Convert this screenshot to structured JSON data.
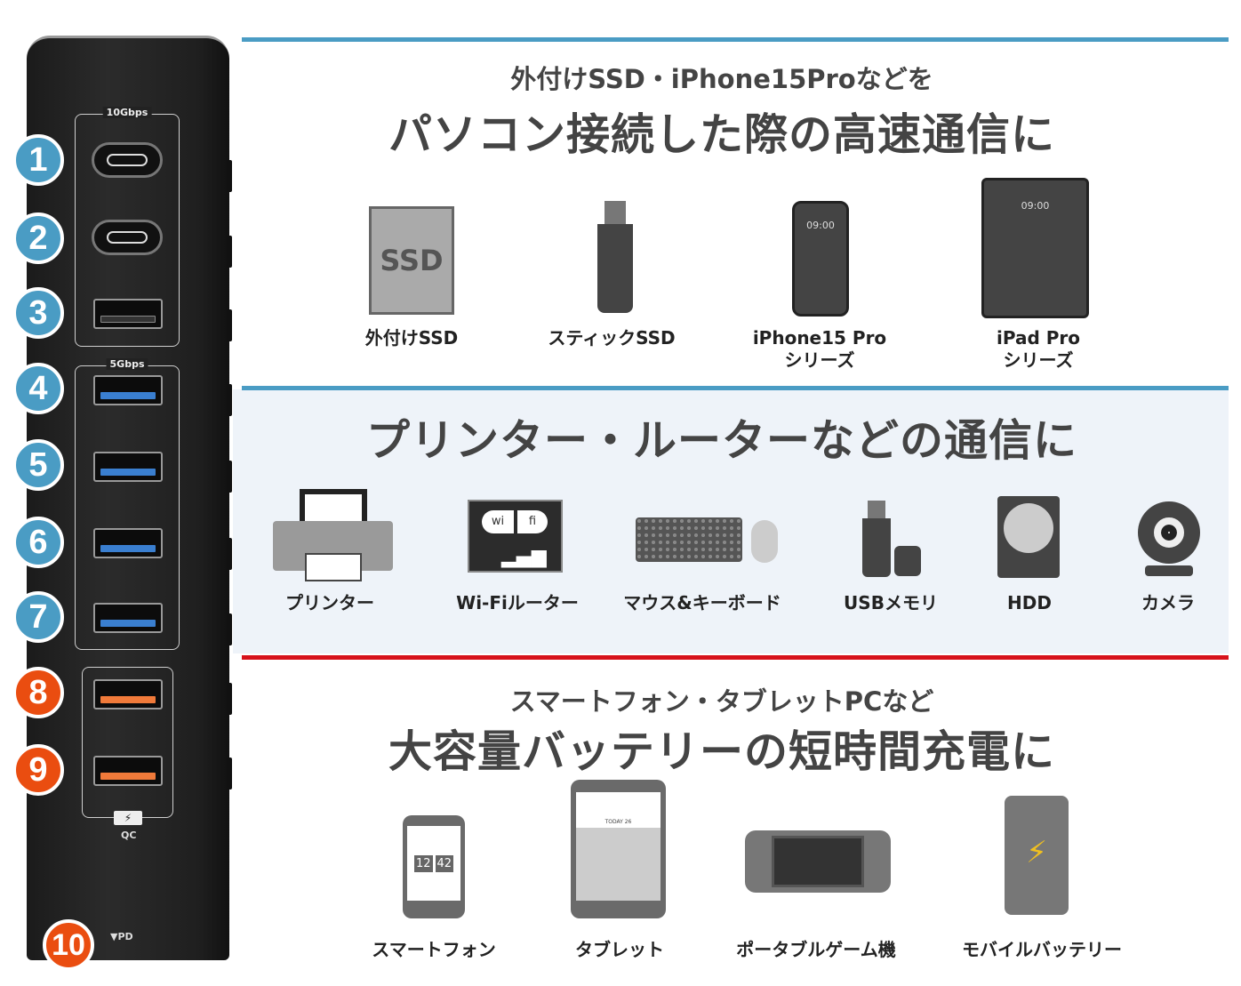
{
  "hub": {
    "group_10g_label": "10Gbps",
    "group_5g_label": "5Gbps",
    "qc_label": "QC",
    "pd_label": "▼PD",
    "ports": [
      {
        "number": "1",
        "type": "usb-c",
        "color": "#4a9cc4"
      },
      {
        "number": "2",
        "type": "usb-c",
        "color": "#4a9cc4"
      },
      {
        "number": "3",
        "type": "usb-a",
        "color": "#4a9cc4"
      },
      {
        "number": "4",
        "type": "usb-a-blue",
        "color": "#4a9cc4"
      },
      {
        "number": "5",
        "type": "usb-a-blue",
        "color": "#4a9cc4"
      },
      {
        "number": "6",
        "type": "usb-a-blue",
        "color": "#4a9cc4"
      },
      {
        "number": "7",
        "type": "usb-a-blue",
        "color": "#4a9cc4"
      },
      {
        "number": "8",
        "type": "usb-a-orange",
        "color": "#ea4d10"
      },
      {
        "number": "9",
        "type": "usb-a-orange",
        "color": "#ea4d10"
      },
      {
        "number": "10",
        "type": "pd",
        "color": "#ea4d10"
      }
    ]
  },
  "sections": [
    {
      "subtitle": "外付けSSD・iPhone15Proなどを",
      "title": "パソコン接続した際の高速通信に",
      "accent": "#4a9cc4",
      "devices": [
        {
          "label": "外付けSSD",
          "icon": "ssd-icon",
          "icon_text": "SSD"
        },
        {
          "label": "スティックSSD",
          "icon": "stick-ssd-icon"
        },
        {
          "label": "iPhone15 Pro",
          "label2": "シリーズ",
          "icon": "iphone-icon",
          "icon_text": "09:00"
        },
        {
          "label": "iPad Pro",
          "label2": "シリーズ",
          "icon": "ipad-icon",
          "icon_text": "09:00"
        }
      ]
    },
    {
      "title": "プリンター・ルーターなどの通信に",
      "accent": "#4a9cc4",
      "background": "#eef3f9",
      "devices": [
        {
          "label": "プリンター",
          "icon": "printer-icon"
        },
        {
          "label": "Wi-Fiルーター",
          "icon": "wifi-router-icon",
          "icon_text": [
            "wi",
            "fi"
          ]
        },
        {
          "label": "マウス&キーボード",
          "icon": "keyboard-mouse-icon"
        },
        {
          "label": "USBメモリ",
          "icon": "usb-memory-icon"
        },
        {
          "label": "HDD",
          "icon": "hdd-icon"
        },
        {
          "label": "カメラ",
          "icon": "webcam-icon"
        }
      ]
    },
    {
      "subtitle": "スマートフォン・タブレットPCなど",
      "title": "大容量バッテリーの短時間充電に",
      "accent": "#d7121b",
      "devices": [
        {
          "label": "スマートフォン",
          "icon": "smartphone-icon",
          "icon_text": [
            "12",
            "42"
          ]
        },
        {
          "label": "タブレット",
          "icon": "tablet-icon",
          "icon_text": "TODAY 26"
        },
        {
          "label": "ポータブルゲーム機",
          "icon": "game-console-icon"
        },
        {
          "label": "モバイルバッテリー",
          "icon": "power-bank-icon"
        }
      ]
    }
  ]
}
